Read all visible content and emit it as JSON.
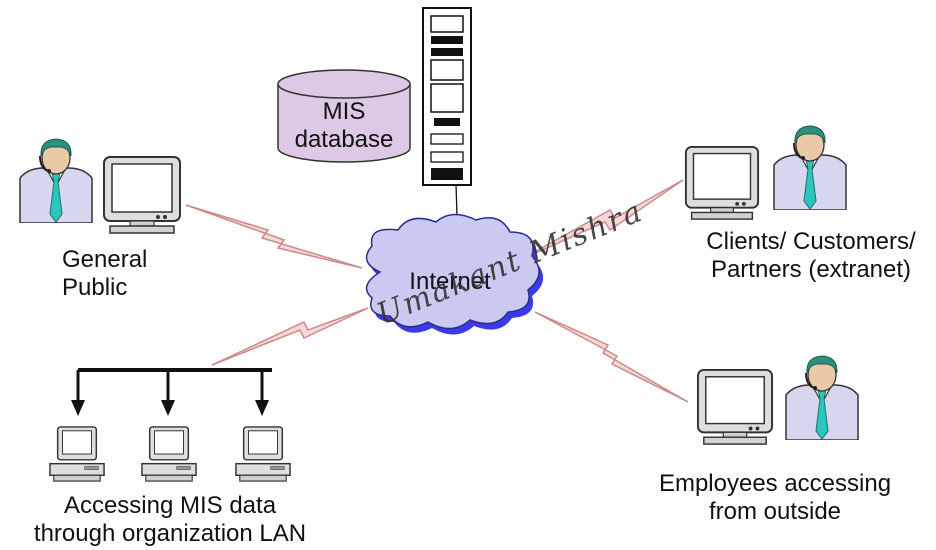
{
  "labels": {
    "db_line1": "MIS",
    "db_line2": "database",
    "cloud": "Internet",
    "public_line1": "General",
    "public_line2": "Public",
    "clients_line1": "Clients/ Customers/",
    "clients_line2": "Partners (extranet)",
    "employees_line1": "Employees accessing",
    "employees_line2": "from outside",
    "lan_line1": "Accessing MIS data",
    "lan_line2": "through organization LAN"
  },
  "watermark": "Umakant Mishra",
  "icons": [
    "database-icon",
    "server-tower-icon",
    "internet-cloud-icon",
    "person-icon",
    "monitor-icon",
    "desktop-computer-icon",
    "lightning-link-icon",
    "arrow-down-icon"
  ],
  "colors": {
    "cloud_fill": "#c9c9f2",
    "cloud_shadow": "#3a3ae8",
    "db_fill": "#ddc8e6",
    "lightning_fill": "#f6d8d8",
    "lightning_stroke": "#cc8a8a",
    "person_face": "#e9c9a8",
    "person_hair": "#2f8f7d",
    "person_body": "#d6d6ee",
    "person_tie": "#2bc7bd",
    "monitor_case": "#dedede"
  }
}
